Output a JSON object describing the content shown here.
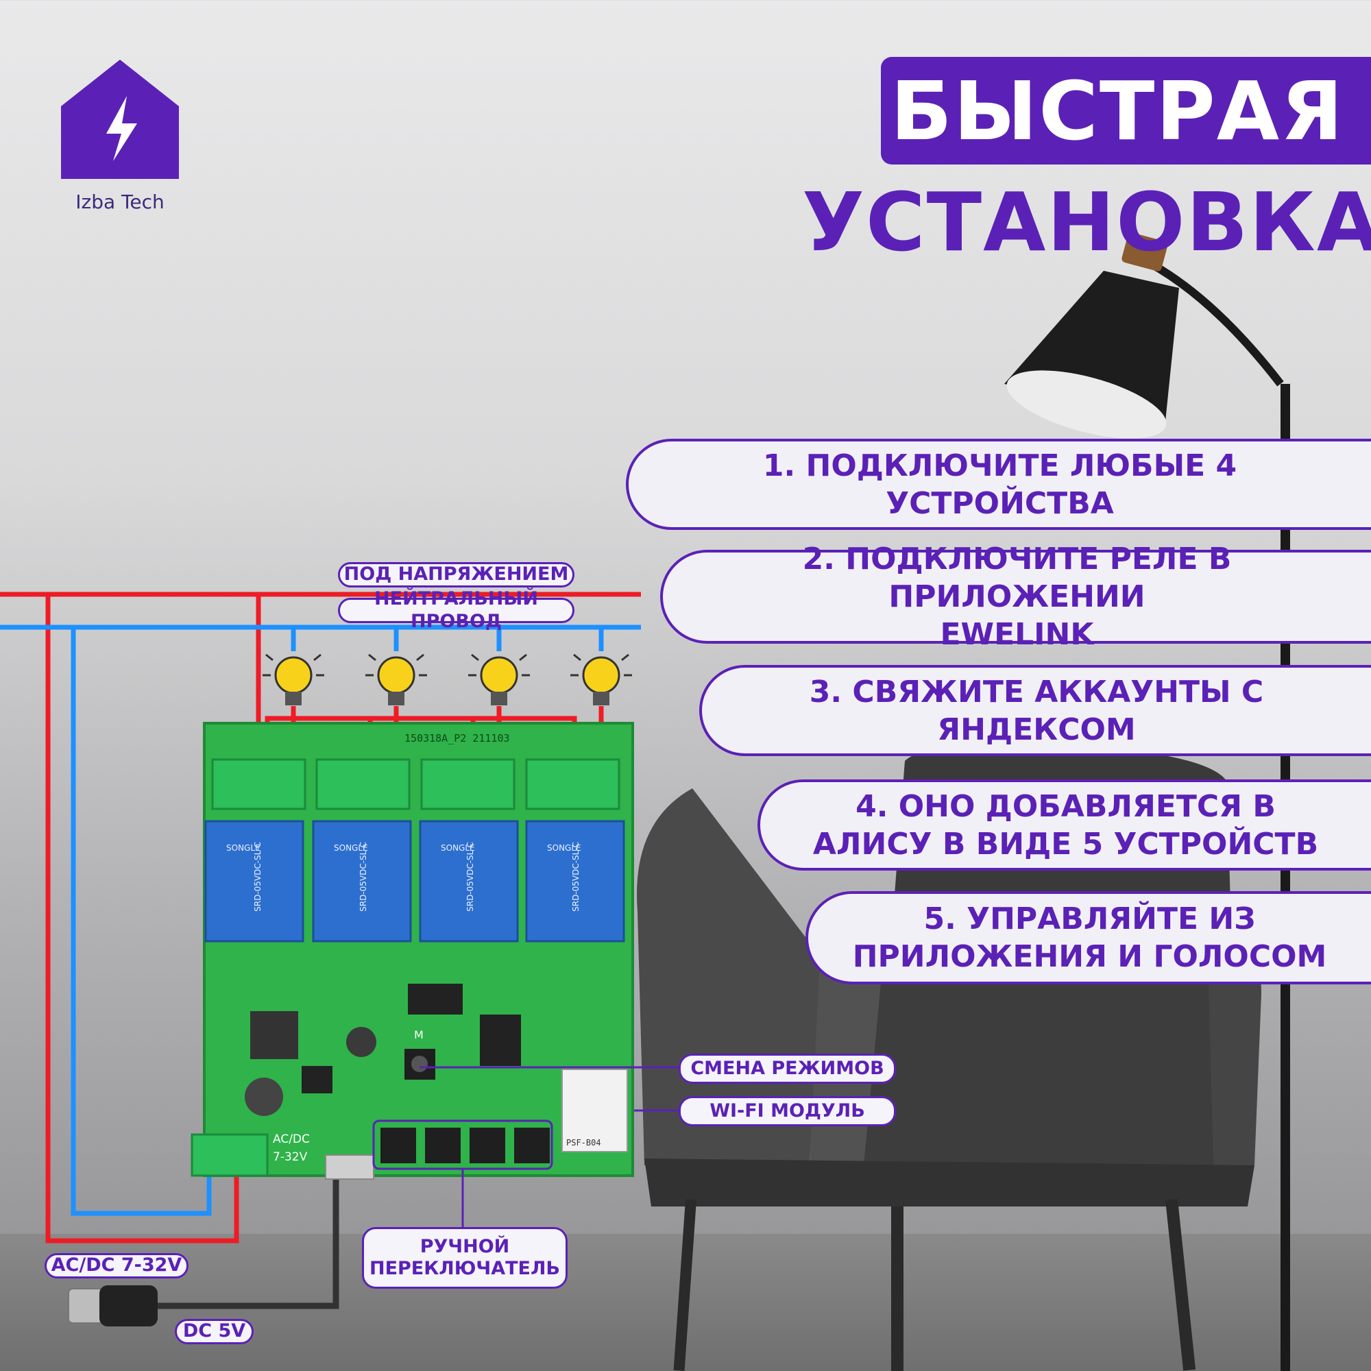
{
  "brand": {
    "name": "Izba Tech",
    "logo_icon": "lightning-house-icon",
    "color": "#5b21b6"
  },
  "title": {
    "line1": "БЫСТРАЯ",
    "line2": "УСТАНОВКА"
  },
  "steps": [
    {
      "lines": [
        "1. ПОДКЛЮЧИТЕ ЛЮБЫЕ 4 УСТРОЙСТВА"
      ]
    },
    {
      "lines": [
        "2. ПОДКЛЮЧИТЕ РЕЛЕ В ПРИЛОЖЕНИИ",
        "EWELINK"
      ]
    },
    {
      "lines": [
        "3. СВЯЖИТЕ АККАУНТЫ С ЯНДЕКСОМ"
      ]
    },
    {
      "lines": [
        "4. ОНО ДОБАВЛЯЕТСЯ В",
        "АЛИСУ В ВИДЕ 5 УСТРОЙСТВ"
      ]
    },
    {
      "lines": [
        "5.  УПРАВЛЯЙТЕ ИЗ",
        "ПРИЛОЖЕНИЯ И ГОЛОСОМ"
      ]
    }
  ],
  "labels": {
    "live": "ПОД НАПРЯЖЕНИЕМ",
    "neutral": "НЕЙТРАЛЬНЫЙ ПРОВОД",
    "mode": "СМЕНА РЕЖИМОВ",
    "wifi": "WI-FI МОДУЛЬ",
    "manual_1": "РУЧНОЙ",
    "manual_2": "ПЕРЕКЛЮЧАТЕЛЬ",
    "power_acdc": "AC/DC 7-32V",
    "power_dc": "DC 5V"
  },
  "board": {
    "serial": "150318A_P2 211103",
    "power_print_1": "AC/DC",
    "power_print_2": "7-32V",
    "relay_text_1": "SRD-05VDC-SL-C",
    "relay_text_2": "SONGLE",
    "button_mark": "M",
    "module_text": "PSF-B04"
  },
  "colors": {
    "live_wire": "#ee1c25",
    "neutral_wire": "#1e90ff",
    "pcb": "#2fb34a",
    "relay": "#2d6fcf",
    "terminal": "#2cbf5a",
    "bulb": "#f8d21a"
  }
}
